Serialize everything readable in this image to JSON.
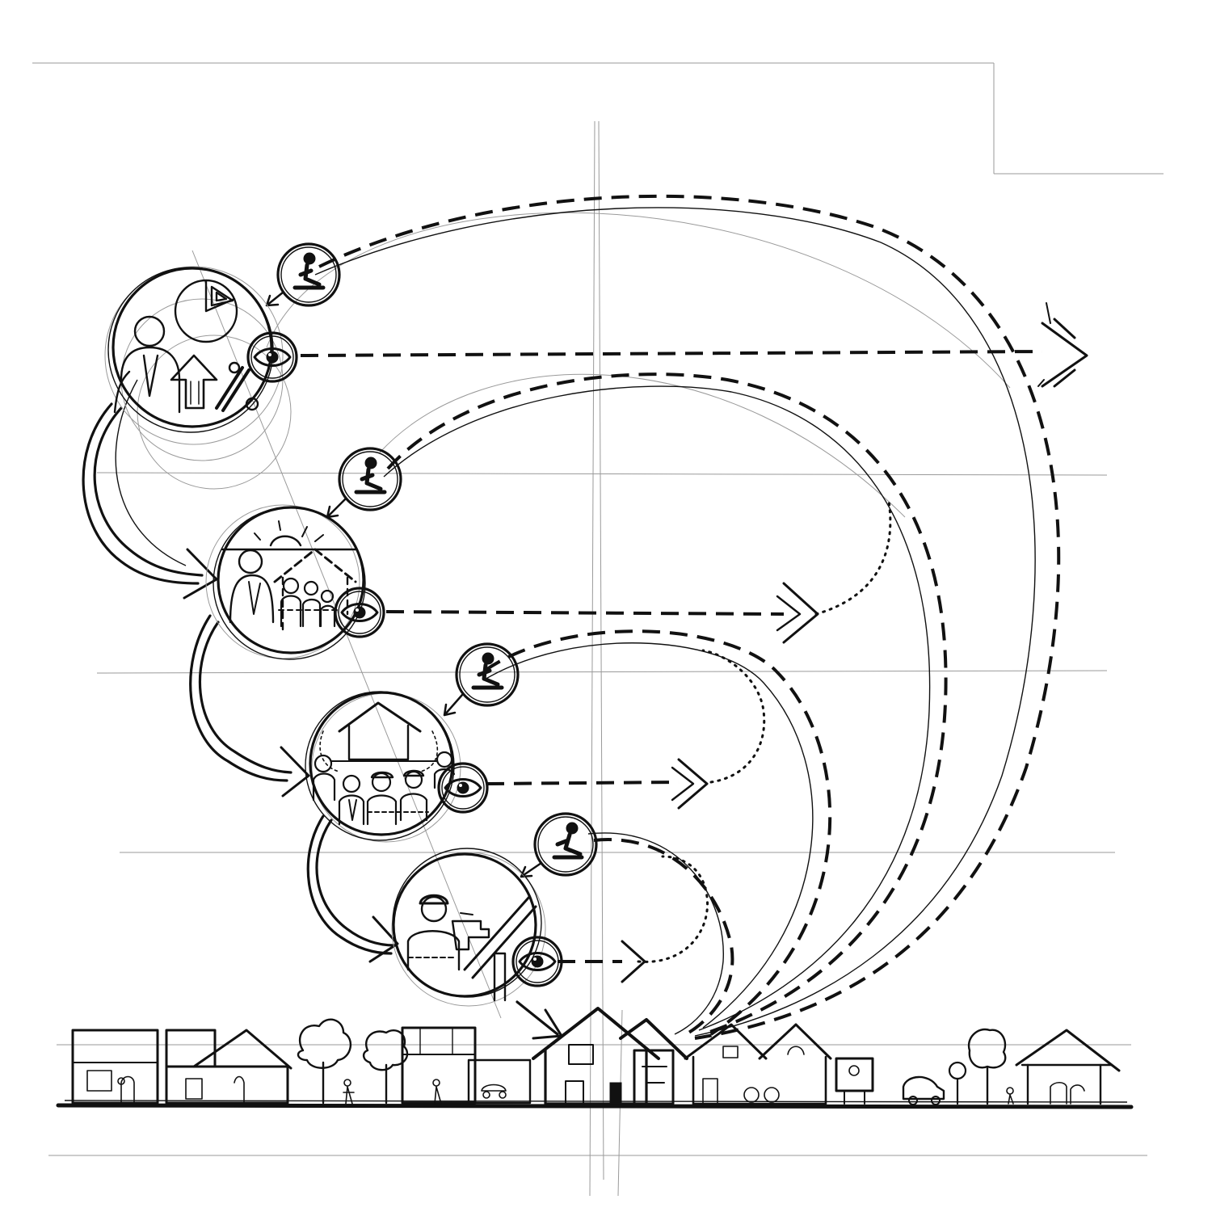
{
  "colors": {
    "ink": "#111111",
    "paper": "#ffffff",
    "guide": "#9a9a9a"
  },
  "stages": [
    {
      "id": "stage-1",
      "icons": [
        "person-icon",
        "pie-chart-icon",
        "up-arrow-icon",
        "percent-icon"
      ]
    },
    {
      "id": "stage-2",
      "icons": [
        "sun-icon",
        "house-outline-icon",
        "people-group-icon"
      ]
    },
    {
      "id": "stage-3",
      "icons": [
        "house-icon",
        "workers-group-icon"
      ]
    },
    {
      "id": "stage-4",
      "icons": [
        "builder-icon",
        "drill-icon",
        "hammer-icon"
      ]
    }
  ],
  "observer_icons": [
    "eye-icon",
    "meditating-person-icon"
  ],
  "streetscape": [
    "shop-building",
    "gabled-house",
    "tree",
    "shop-building",
    "featured-house",
    "gabled-house",
    "billboard",
    "car",
    "tree",
    "pavilion"
  ]
}
